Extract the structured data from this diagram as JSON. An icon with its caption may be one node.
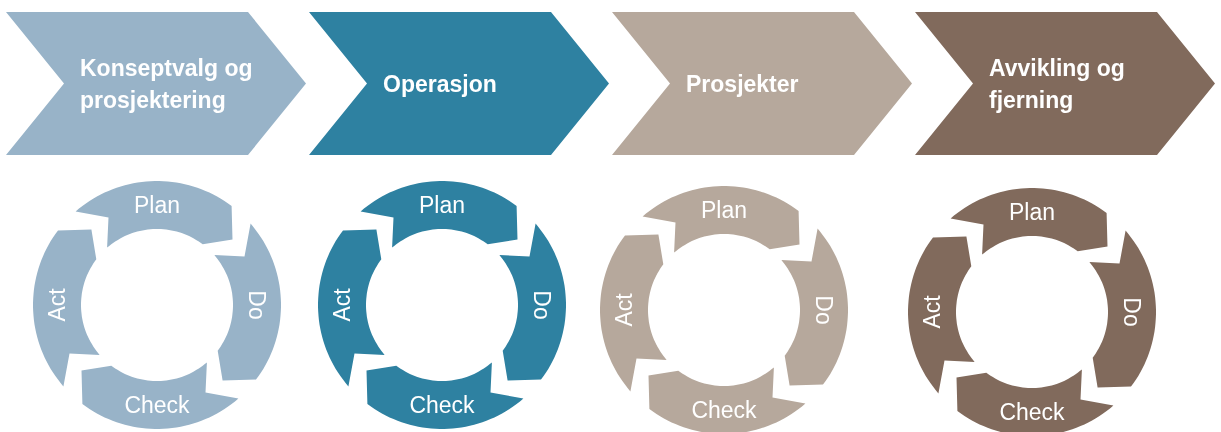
{
  "diagram": {
    "nodes": [
      {
        "text": [
          "Konseptvalg og prosjektering"
        ]
      },
      {
        "text": [
          "Operasjon"
        ]
      },
      {
        "text": [
          "Prosjekter"
        ]
      },
      {
        "text": [
          "Avvikling og fjerning"
        ]
      },
      {
        "text": [
          "Plan"
        ]
      },
      {
        "text": [
          "Do"
        ]
      },
      {
        "text": [
          "Check"
        ]
      },
      {
        "text": [
          "Act"
        ]
      },
      {
        "text": [
          "Plan"
        ]
      },
      {
        "text": [
          "Do"
        ]
      },
      {
        "text": [
          "Check"
        ]
      },
      {
        "text": [
          "Act"
        ]
      },
      {
        "text": [
          "Plan"
        ]
      },
      {
        "text": [
          "Do"
        ]
      },
      {
        "text": [
          "Check"
        ]
      },
      {
        "text": [
          "Act"
        ]
      },
      {
        "text": [
          "Plan"
        ]
      },
      {
        "text": [
          "Do"
        ]
      },
      {
        "text": [
          "Check"
        ]
      },
      {
        "text": [
          "Act"
        ]
      }
    ]
  }
}
